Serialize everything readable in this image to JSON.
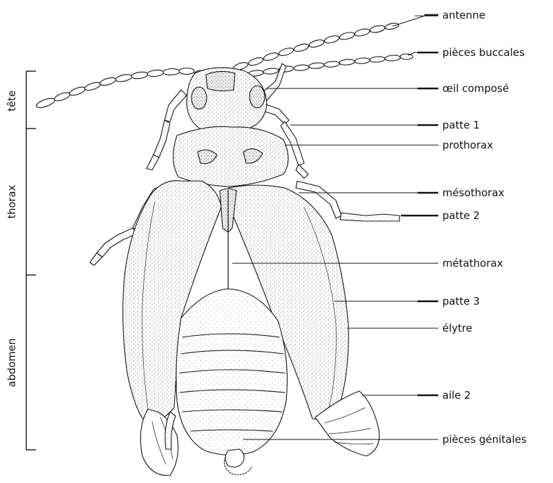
{
  "labels": {
    "antenne": "antenne",
    "pieces_buccales": "pièces buccales",
    "oeil_compose": "œil composé",
    "patte_1": "patte 1",
    "prothorax": "prothorax",
    "mesothorax": "mésothorax",
    "patte_2": "patte 2",
    "metathorax": "métathorax",
    "patte_3": "patte 3",
    "elytre": "élytre",
    "aile_2": "aile 2",
    "pieces_genitales": "pièces génitales"
  },
  "regions": {
    "tete": "tête",
    "thorax": "thorax",
    "abdomen": "abdomen"
  },
  "colors": {
    "ink": "#111111",
    "background": "#ffffff"
  }
}
